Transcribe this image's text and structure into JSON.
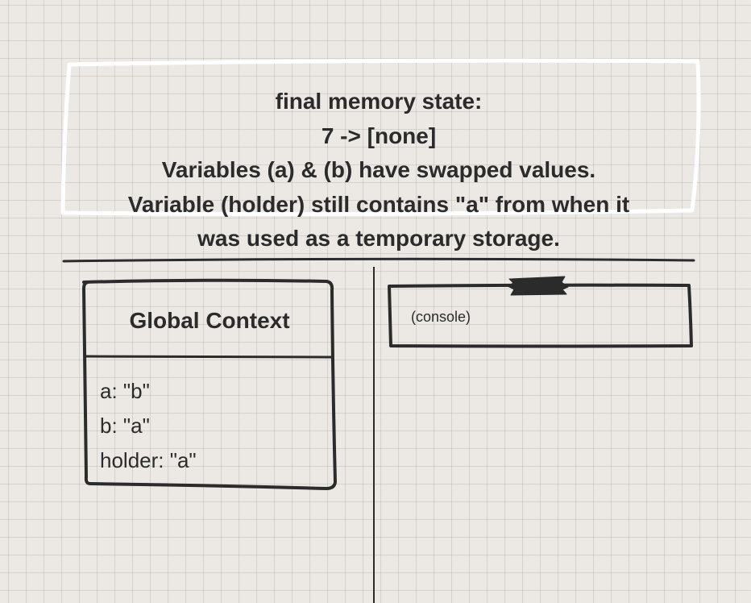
{
  "summary": {
    "lines": [
      "final memory state:",
      "7 -> [none]",
      "Variables (a) & (b) have swapped values.",
      "Variable (holder) still contains \"a\" from when it",
      "was used as a temporary storage."
    ]
  },
  "global_context": {
    "title": "Global Context",
    "variables": [
      "a: \"b\"",
      "b: \"a\"",
      "holder: \"a\""
    ]
  },
  "console": {
    "label": "(console)"
  },
  "colors": {
    "background": "#ece9e5",
    "ink": "#2b2b2b",
    "highlight_box": "#ffffff"
  }
}
